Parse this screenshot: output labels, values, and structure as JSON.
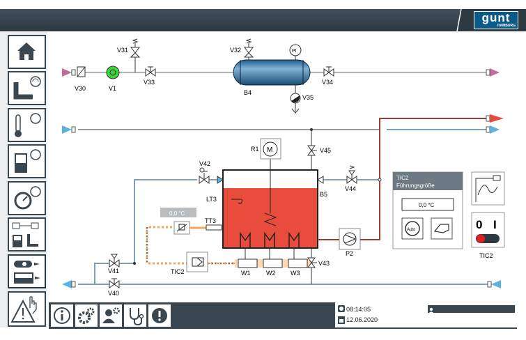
{
  "brand": {
    "name": "gunt",
    "sub": "HAMBURG"
  },
  "labels": {
    "v30": "V30",
    "v1": "V1",
    "v33": "V33",
    "v31": "V31",
    "v32": "V32",
    "b4": "B4",
    "pi": "PI",
    "v35": "V35",
    "v34": "V34",
    "r1": "R1",
    "m": "M",
    "v45": "V45",
    "v42": "V42",
    "v44": "V44",
    "lt3": "LT3",
    "b5": "B5",
    "tt3": "TT3",
    "tic2": "TIC2",
    "w1": "W1",
    "w2": "W2",
    "w3": "W3",
    "v43": "V43",
    "p2": "P2",
    "v41": "V41",
    "v40": "V40",
    "tic2_right": "TIC2"
  },
  "temp_readout": "0,0 °C",
  "setpoint_panel": {
    "title": "TIC2",
    "subtitle": "Führungsgröße",
    "value": "0,0 °C",
    "auto_label": "Auto"
  },
  "switch_panel": {
    "off_label": "0",
    "on_label": "I"
  },
  "status": {
    "time": "08:14:05",
    "date": "12.06.2020"
  },
  "colors": {
    "water_hot": "#e74c3c",
    "pipe_hot": "#a33a33",
    "pipe_cold": "#7f9fb7",
    "accent_pink": "#c76b9a",
    "accent_blue": "#5ab3e0",
    "oil": "#f2a45a",
    "green_pump": "#3cd43c"
  }
}
